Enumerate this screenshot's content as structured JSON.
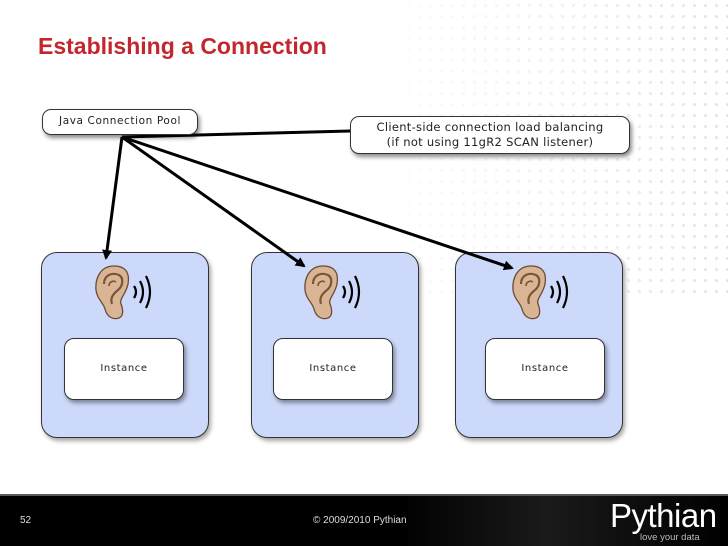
{
  "slide": {
    "title": "Establishing a Connection",
    "pool_label": "Java Connection Pool",
    "callout_lines": [
      "Client-side connection load balancing",
      "(if not using 11gR2 SCAN listener)"
    ],
    "nodes": [
      {
        "instance_label": "Instance",
        "icon": "ear-listening-icon"
      },
      {
        "instance_label": "Instance",
        "icon": "ear-listening-icon"
      },
      {
        "instance_label": "Instance",
        "icon": "ear-listening-icon"
      }
    ]
  },
  "footer": {
    "page_number": "52",
    "copyright": "© 2009/2010 Pythian",
    "logo_text": "Pythian",
    "tagline": "love your data"
  },
  "colors": {
    "title": "#c4262e",
    "node_fill": "#ccd9fa",
    "footer_bg": "#000000",
    "skin": "#d9b595"
  }
}
